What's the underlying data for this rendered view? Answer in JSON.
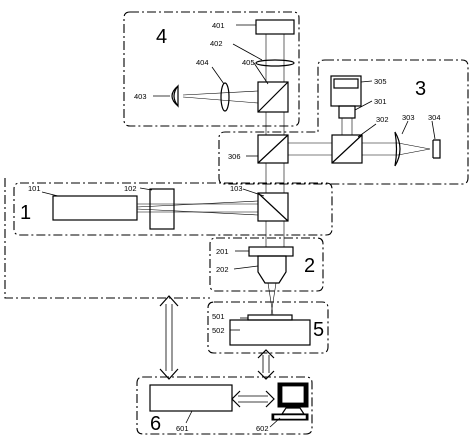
{
  "labels": {
    "m1": "1",
    "m2": "2",
    "m3": "3",
    "m4": "4",
    "m5": "5",
    "m6": "6",
    "p101": "101",
    "p102": "102",
    "p103": "103",
    "p201": "201",
    "p202": "202",
    "p301": "301",
    "p302": "302",
    "p303": "303",
    "p304": "304",
    "p305": "305",
    "p306": "306",
    "p401": "401",
    "p402": "402",
    "p403": "403",
    "p404": "404",
    "p405": "405",
    "p501": "501",
    "p502": "502",
    "p601": "601",
    "p602": "602"
  }
}
